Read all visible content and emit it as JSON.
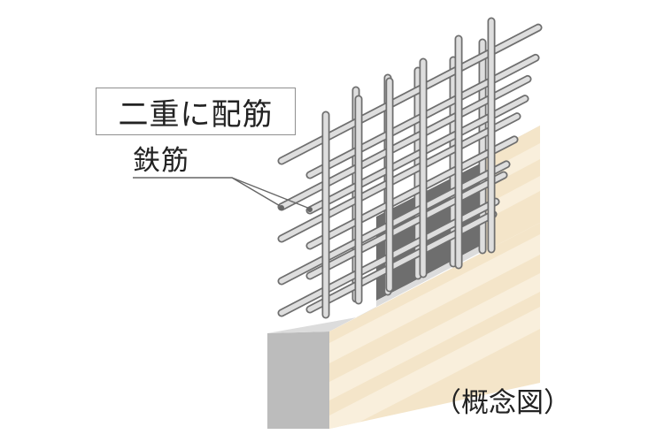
{
  "labels": {
    "double_bar": "二重に配筋",
    "rebar": "鉄筋",
    "caption": "（概念図）"
  },
  "colors": {
    "wood": "#f4e5c9",
    "wood_band": "#f8eedb",
    "wood_top": "#dcdcdc",
    "wall_side": "#bdbdbd",
    "inner_face": "#777777",
    "bar_fill": "#dedede",
    "bar_edge": "#6f6f6f",
    "leader": "#666666"
  }
}
